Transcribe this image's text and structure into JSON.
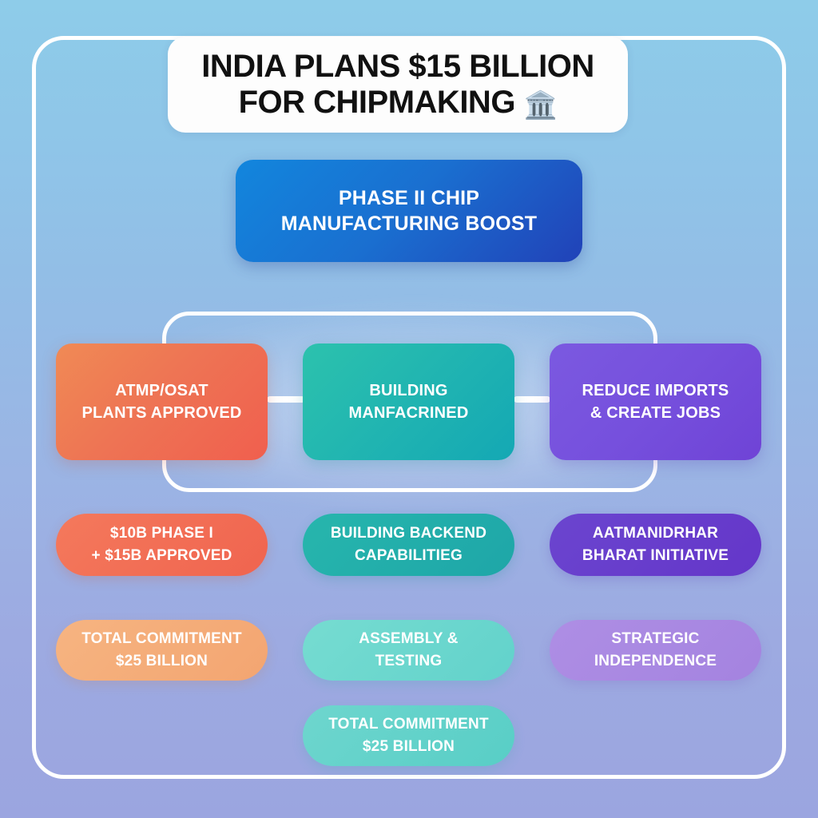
{
  "poster": {
    "title": "INDIA PLANS $15 BILLION\nFOR CHIPMAKING ",
    "title_emoji": "🏛️",
    "hero": "PHASE II CHIP\nMANUFACTURING BOOST",
    "background_top_color": "#8ecce9",
    "background_bottom_color": "#9ba5e0",
    "frame_color": "#ffffff"
  },
  "pillars": [
    {
      "label": "ATMP/OSAT\nPLANTS APPROVED",
      "color": "#ee7454"
    },
    {
      "label": "BUILDING\nMANFACRINED",
      "color": "#21b5b1"
    },
    {
      "label": "REDUCE IMPORTS\n& CREATE JOBS",
      "color": "#7650dd"
    }
  ],
  "detail_rows": [
    [
      {
        "label": "$10B PHASE I\n+ $15B APPROVED",
        "color": "#f0644f"
      },
      {
        "label": "BUILDING BACKEND\nCAPABILITIEG",
        "color": "#1ea6a8"
      },
      {
        "label": "AATMANIDRHAR\nBHARAT INITIATIVE",
        "color": "#6436c9"
      }
    ],
    [
      {
        "label": "TOTAL COMMITMENT\n$25 BILLION",
        "color": "#f3a571"
      },
      {
        "label": "ASSEMBLY &\nTESTING",
        "color": "#62d2cb"
      },
      {
        "label": "STRATEGIC\nINDEPENDENCE",
        "color": "#a483e0"
      }
    ],
    [
      {
        "label": "TOTAL COMMITMENT\n$25 BILLION",
        "color": "#58cec6"
      }
    ]
  ]
}
